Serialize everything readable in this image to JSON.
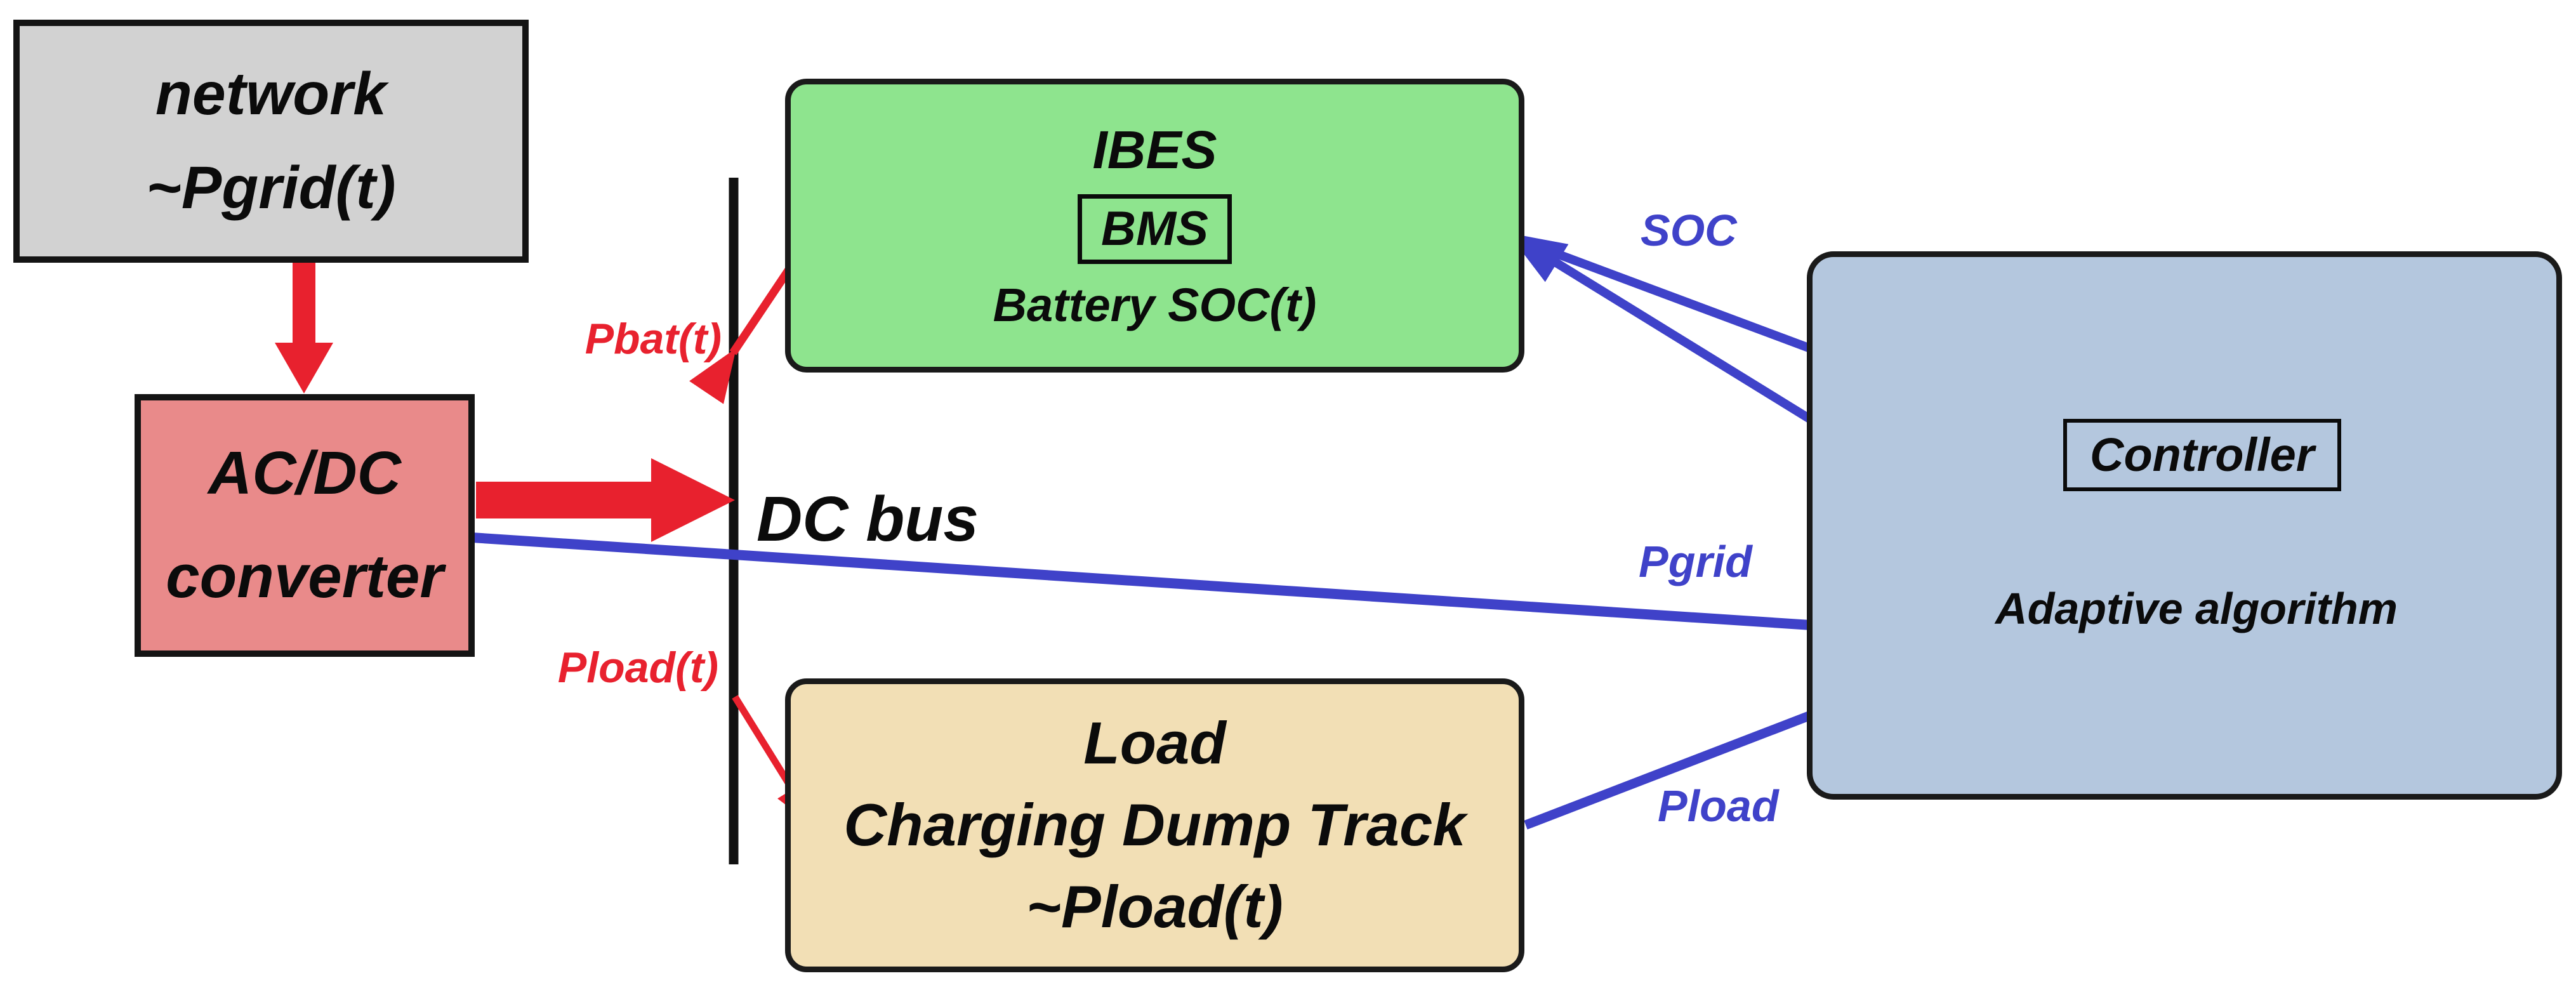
{
  "colors": {
    "box_gray": "#d2d2d2",
    "box_red": "#e98a8a",
    "box_green": "#8ee48e",
    "box_tan": "#f2dfb5",
    "box_blue": "#b4c7de",
    "arrow_red": "#e8212e",
    "arrow_blue": "#3f42c9",
    "ink": "#0b0b0b"
  },
  "boxes": {
    "network": {
      "line1": "network",
      "line2": "~Pgrid(t)"
    },
    "converter": {
      "line1": "AC/DC",
      "line2": "converter"
    },
    "ibes": {
      "title": "IBES",
      "inner_box": "BMS",
      "subtitle": "Battery SOC(t)"
    },
    "load": {
      "line1": "Load",
      "line2": "Charging Dump Track",
      "line3": "~Pload(t)"
    },
    "controller": {
      "inner_box": "Controller",
      "subtitle": "Adaptive algorithm"
    }
  },
  "labels": {
    "pbat": "Pbat(t)",
    "pload_red": "Pload(t)",
    "dc_bus": "DC bus",
    "soc": "SOC",
    "pgrid": "Pgrid",
    "pload_blue": "Pload"
  },
  "connections": [
    {
      "from": "network",
      "to": "converter",
      "signal": "power",
      "color": "red"
    },
    {
      "from": "converter",
      "to": "dc-bus",
      "signal": "power",
      "color": "red"
    },
    {
      "from": "dc-bus",
      "to": "ibes-battery",
      "signal": "Pbat(t)",
      "color": "red",
      "bidirectional": true
    },
    {
      "from": "dc-bus",
      "to": "load",
      "signal": "Pload(t)",
      "color": "red"
    },
    {
      "from": "ibes-battery",
      "to": "controller",
      "signal": "SOC",
      "color": "blue",
      "bidirectional": true
    },
    {
      "from": "converter",
      "to": "controller",
      "signal": "Pgrid",
      "color": "blue"
    },
    {
      "from": "load",
      "to": "controller",
      "signal": "Pload",
      "color": "blue"
    }
  ]
}
